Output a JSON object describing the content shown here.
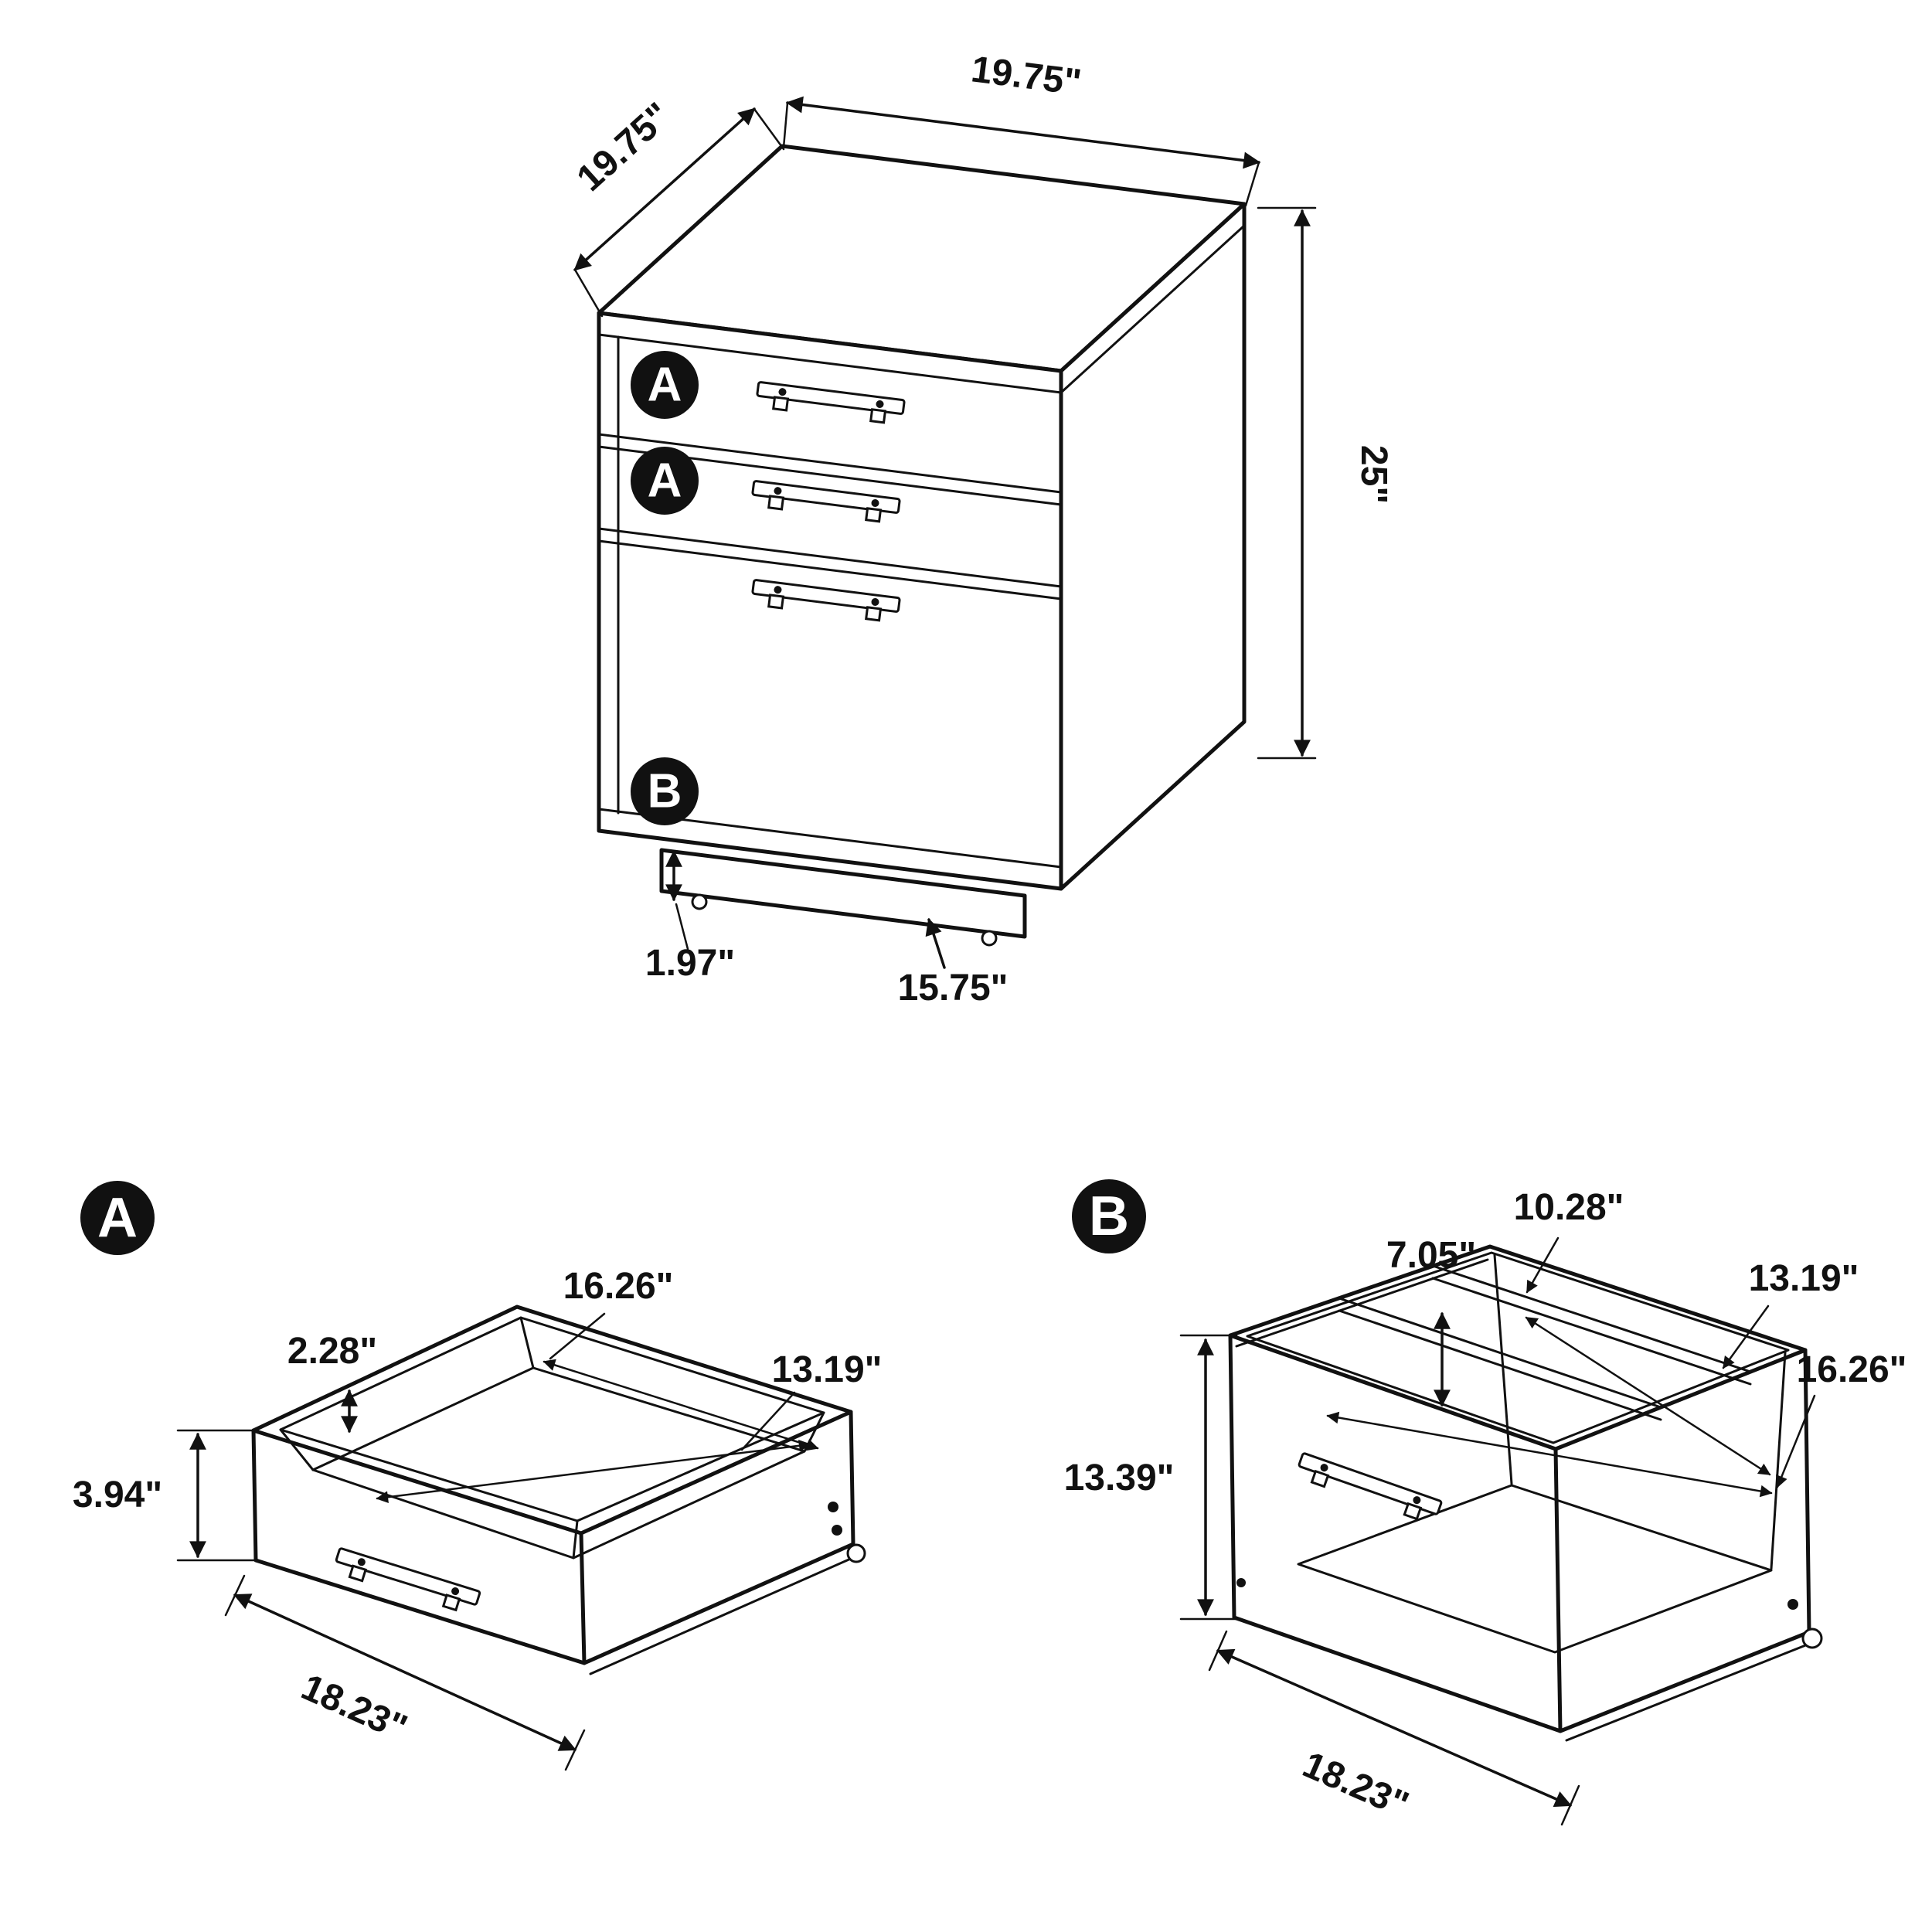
{
  "page": {
    "background": "#ffffff",
    "line_color": "#111111"
  },
  "cabinet_view": {
    "badges": {
      "drawer_top": "A",
      "drawer_middle": "A",
      "drawer_bottom": "B"
    },
    "dims": {
      "top_depth": "19.75\"",
      "top_width": "19.75\"",
      "height": "25\"",
      "base_height": "1.97\"",
      "base_width": "15.75\""
    }
  },
  "drawer_a_view": {
    "badge": "A",
    "dims": {
      "inner_width": "16.26\"",
      "inner_height": "2.28\"",
      "inner_depth": "13.19\"",
      "front_height": "3.94\"",
      "outer_width": "18.23\""
    }
  },
  "drawer_b_view": {
    "badge": "B",
    "dims": {
      "rail_width": "10.28\"",
      "inner_height": "7.05\"",
      "inner_depth": "13.19\"",
      "inner_width": "16.26\"",
      "front_height": "13.39\"",
      "outer_width": "18.23\""
    }
  }
}
